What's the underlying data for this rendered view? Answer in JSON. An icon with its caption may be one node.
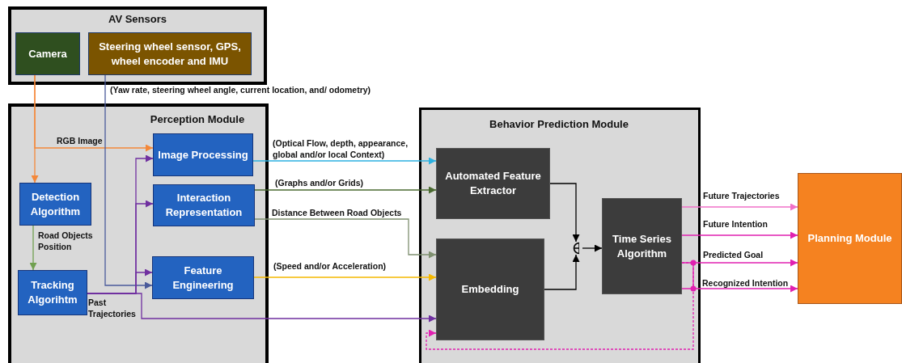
{
  "diagram": {
    "nodes": [
      {
        "text": [
          "AV Sensors"
        ]
      },
      {
        "text": [
          "Camera"
        ],
        "in": 0
      },
      {
        "text": [
          "Steering wheel sensor, GPS, wheel encoder and IMU"
        ],
        "in": 0
      },
      {
        "text": [
          "Perception Module"
        ]
      },
      {
        "text": [
          "Image Processing"
        ],
        "in": 3
      },
      {
        "text": [
          "Interaction Representation"
        ],
        "in": 3
      },
      {
        "text": [
          "Feature Engineering"
        ],
        "in": 3
      },
      {
        "text": [
          "Detection Algorithm"
        ],
        "in": 3
      },
      {
        "text": [
          "Tracking Algorihtm"
        ],
        "in": 3
      },
      {
        "text": [
          "Behavior Prediction Module"
        ]
      },
      {
        "text": [
          "Automated Feature Extractor"
        ],
        "in": 9
      },
      {
        "text": [
          "Embedding"
        ],
        "in": 9
      },
      {
        "text": [],
        "shape": "circle",
        "in": 9
      },
      {
        "text": [
          "Time Series Algorithm"
        ],
        "in": 9
      },
      {
        "text": [
          "Planning Module"
        ]
      }
    ],
    "edges": [
      {
        "from": 1,
        "to": 7,
        "arrow": "to",
        "color": "#f4883a"
      },
      {
        "from": 1,
        "to": 4,
        "arrow": "to",
        "label": "RGB Image",
        "color": "#f4883a"
      },
      {
        "from": 7,
        "to": 8,
        "arrow": "to",
        "label": "Road Objects Position",
        "color": "#70a050"
      },
      {
        "from": 2,
        "to": 6,
        "arrow": "to",
        "label": "(Yaw rate, steering wheel angle, current location, and/ odometry)",
        "color": "#4a5a9a"
      },
      {
        "from": 8,
        "to": 4,
        "arrow": "to",
        "color": "#7030a0"
      },
      {
        "from": 8,
        "to": 5,
        "arrow": "to",
        "color": "#7030a0"
      },
      {
        "from": 8,
        "to": 6,
        "arrow": "to",
        "color": "#7030a0"
      },
      {
        "from": 8,
        "to": 11,
        "arrow": "to",
        "label": "Past Trajectories",
        "color": "#7030a0"
      },
      {
        "from": 4,
        "to": 10,
        "arrow": "to",
        "label": "(Optical Flow, depth, appearance, global and/or local Context)",
        "color": "#2bb0e0"
      },
      {
        "from": 5,
        "to": 10,
        "arrow": "to",
        "label": "(Graphs and/or Grids)",
        "color": "#4a6a30"
      },
      {
        "from": 5,
        "to": 11,
        "arrow": "to",
        "label": "Distance Between Road Objects",
        "color": "#7f9070"
      },
      {
        "from": 6,
        "to": 11,
        "arrow": "to",
        "label": "(Speed and/or Acceleration)",
        "color": "#f5b800"
      },
      {
        "from": 10,
        "to": 12,
        "arrow": "to",
        "color": "#000000"
      },
      {
        "from": 11,
        "to": 12,
        "arrow": "to",
        "color": "#000000"
      },
      {
        "from": 12,
        "to": 13,
        "arrow": "to",
        "color": "#000000"
      },
      {
        "from": 13,
        "to": 14,
        "arrow": "to",
        "label": "Future Trajectories",
        "color": "#f070c8"
      },
      {
        "from": 13,
        "to": 14,
        "arrow": "to",
        "label": "Future Intention",
        "color": "#e020b0"
      },
      {
        "from": 13,
        "to": 14,
        "arrow": "to",
        "label": "Predicted Goal",
        "color": "#e020b0"
      },
      {
        "from": 13,
        "to": 14,
        "arrow": "to",
        "label": "Recognized Intention",
        "color": "#e020b0"
      },
      {
        "from": 13,
        "to": 11,
        "arrow": "to",
        "style": "dashed",
        "color": "#e020b0"
      }
    ]
  }
}
